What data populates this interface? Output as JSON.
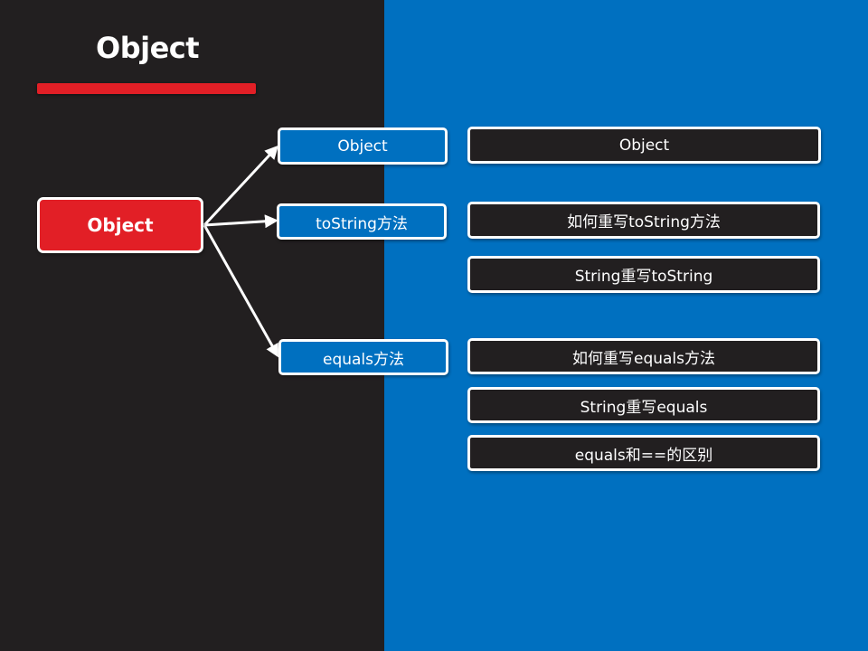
{
  "slide": {
    "title": "Object",
    "colors": {
      "left_background": "#221f20",
      "right_background": "#0070c0",
      "accent_red": "#e21f26",
      "border": "#ffffff"
    }
  },
  "diagram": {
    "root": {
      "label": "Object"
    },
    "branches": [
      {
        "label": "Object",
        "children": [
          "Object"
        ]
      },
      {
        "label": "toString方法",
        "children": [
          "如何重写toString方法",
          "String重写toString"
        ]
      },
      {
        "label": "equals方法",
        "children": [
          "如何重写equals方法",
          "String重写equals",
          "equals和==的区别"
        ]
      }
    ]
  }
}
